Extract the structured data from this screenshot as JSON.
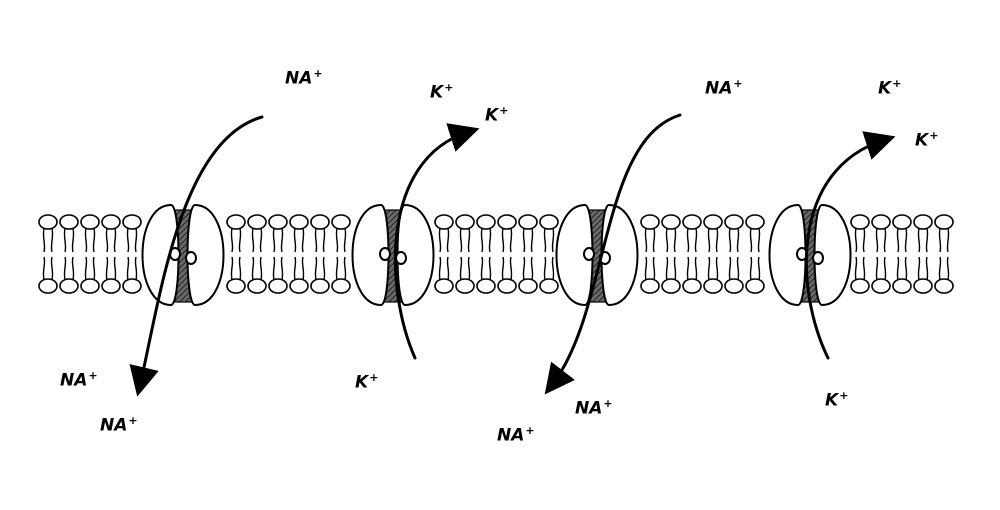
{
  "diagram": {
    "labels": {
      "na_top_1": {
        "text": "NA",
        "charge": "+"
      },
      "na_bottom_1a": {
        "text": "NA",
        "charge": "+"
      },
      "na_bottom_1b": {
        "text": "NA",
        "charge": "+"
      },
      "k_top_2a": {
        "text": "K",
        "charge": "+"
      },
      "k_top_2b": {
        "text": "K",
        "charge": "+"
      },
      "k_bottom_2": {
        "text": "K",
        "charge": "+"
      },
      "na_top_3": {
        "text": "NA",
        "charge": "+"
      },
      "na_bottom_3a": {
        "text": "NA",
        "charge": "+"
      },
      "na_bottom_3b": {
        "text": "NA",
        "charge": "+"
      },
      "k_top_4a": {
        "text": "K",
        "charge": "+"
      },
      "k_top_4b": {
        "text": "K",
        "charge": "+"
      },
      "k_bottom_4": {
        "text": "K",
        "charge": "+"
      }
    },
    "channels": [
      {
        "ion": "NA",
        "direction": "inward"
      },
      {
        "ion": "K",
        "direction": "outward"
      },
      {
        "ion": "NA",
        "direction": "inward"
      },
      {
        "ion": "K",
        "direction": "outward"
      }
    ],
    "colors": {
      "ink": "#000000",
      "channel_core": "#4a4a4a",
      "background": "#ffffff"
    }
  }
}
